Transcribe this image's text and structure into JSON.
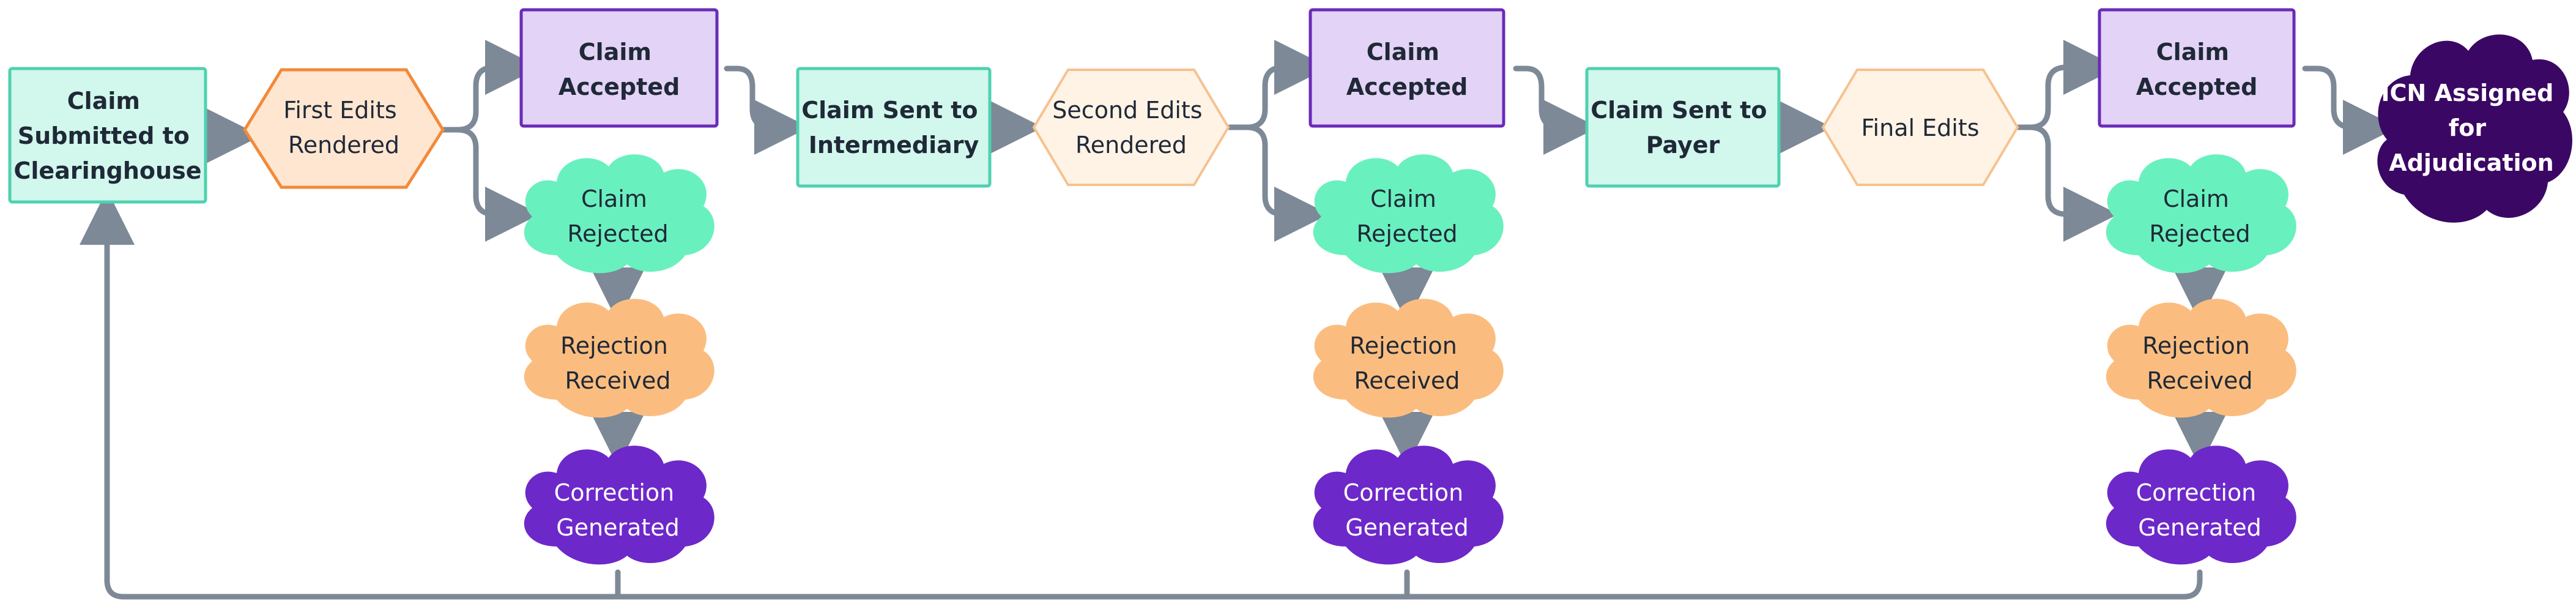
{
  "colors": {
    "connector": "#7d8996",
    "box_fill": "#d2f7ec",
    "box_stroke": "#4fd1b1",
    "edits_fill": "#ffe6d1",
    "edits_stroke": "#f28a3a",
    "edits_fill_light": "#fff3e6",
    "edits_stroke_light": "#f6c28f",
    "accepted_fill": "#e3d3f6",
    "accepted_stroke": "#6a2bb8",
    "rejected_fill": "#69f0bf",
    "rejection_fill": "#fbbd7f",
    "correction_fill": "#6d28c9",
    "final_fill": "#3b0764",
    "text_dark": "#1f2937",
    "text_light": "#ffffff"
  },
  "nodes": {
    "submitted": [
      "Claim",
      "Submitted to",
      "Clearinghouse"
    ],
    "first_edits": [
      "First Edits",
      "Rendered"
    ],
    "accepted_1": [
      "Claim",
      "Accepted"
    ],
    "rejected_1": [
      "Claim",
      "Rejected"
    ],
    "rejection_1": [
      "Rejection",
      "Received"
    ],
    "correction_1": [
      "Correction",
      "Generated"
    ],
    "sent_intermediary": [
      "Claim Sent to",
      "Intermediary"
    ],
    "second_edits": [
      "Second Edits",
      "Rendered"
    ],
    "accepted_2": [
      "Claim",
      "Accepted"
    ],
    "rejected_2": [
      "Claim",
      "Rejected"
    ],
    "rejection_2": [
      "Rejection",
      "Received"
    ],
    "correction_2": [
      "Correction",
      "Generated"
    ],
    "sent_payer": [
      "Claim Sent to",
      "Payer"
    ],
    "final_edits": [
      "Final Edits"
    ],
    "accepted_3": [
      "Claim",
      "Accepted"
    ],
    "rejected_3": [
      "Claim",
      "Rejected"
    ],
    "rejection_3": [
      "Rejection",
      "Received"
    ],
    "correction_3": [
      "Correction",
      "Generated"
    ],
    "icn": [
      "ICN Assigned",
      "for",
      "Adjudication"
    ]
  }
}
